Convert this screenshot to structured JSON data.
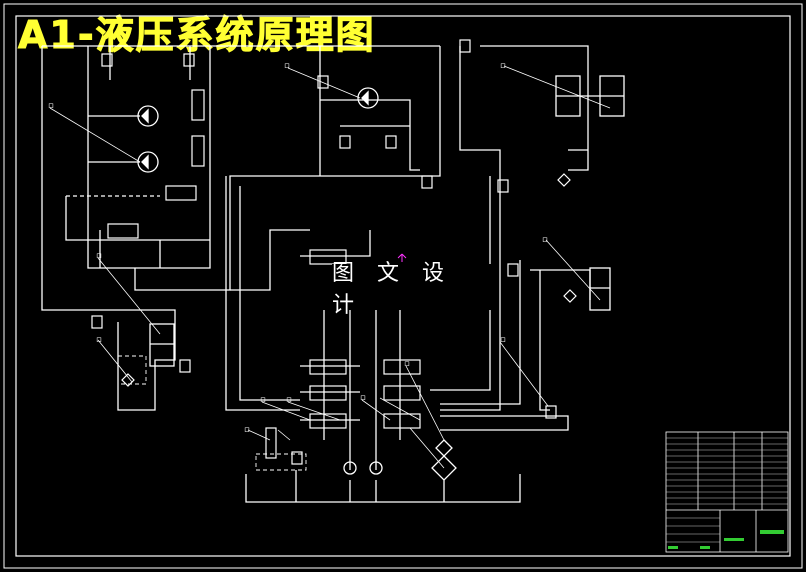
{
  "title": "A1-液压系统原理图",
  "watermark": "图 文 设 计",
  "colors": {
    "background": "#000000",
    "line": "#ffffff",
    "title": "#ffff33",
    "accent_green": "#33cc33",
    "accent_magenta": "#ff33ff"
  },
  "labels": {
    "leader_tag": "ロ"
  }
}
